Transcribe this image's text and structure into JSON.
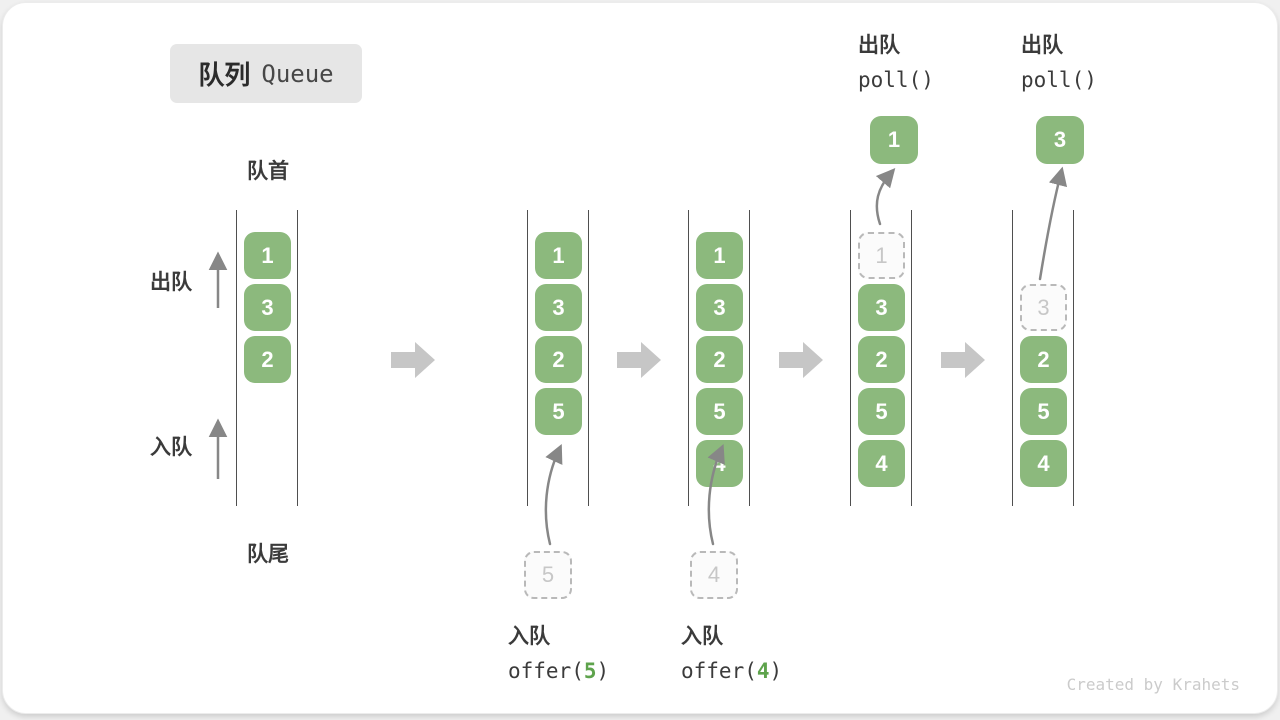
{
  "title": {
    "badge_zh": "队列",
    "badge_en": "Queue"
  },
  "labels": {
    "front": "队首",
    "rear": "队尾",
    "dequeue_side": "出队",
    "enqueue_side": "入队"
  },
  "stages": [
    {
      "name": "initial",
      "slots": [
        {
          "value": "1"
        },
        {
          "value": "3"
        },
        {
          "value": "2"
        }
      ]
    },
    {
      "name": "after-offer-5",
      "slots": [
        {
          "value": "1"
        },
        {
          "value": "3"
        },
        {
          "value": "2"
        },
        {
          "value": "5"
        }
      ],
      "pending": {
        "value": "5"
      }
    },
    {
      "name": "after-offer-4",
      "slots": [
        {
          "value": "1"
        },
        {
          "value": "3"
        },
        {
          "value": "2"
        },
        {
          "value": "5"
        },
        {
          "value": "4"
        }
      ],
      "pending": {
        "value": "4"
      }
    },
    {
      "name": "after-poll-1",
      "slots": [
        {
          "value": "1",
          "ghost": true
        },
        {
          "value": "3"
        },
        {
          "value": "2"
        },
        {
          "value": "5"
        },
        {
          "value": "4"
        }
      ],
      "popped": {
        "value": "1"
      }
    },
    {
      "name": "after-poll-3",
      "slots": [
        {
          "value": "3",
          "ghost": true
        },
        {
          "value": "2"
        },
        {
          "value": "5"
        },
        {
          "value": "4"
        }
      ],
      "popped": {
        "value": "3"
      }
    }
  ],
  "annotations": {
    "enqueue_5": {
      "title": "入队",
      "code_pre": "offer(",
      "code_arg": "5",
      "code_post": ")"
    },
    "enqueue_4": {
      "title": "入队",
      "code_pre": "offer(",
      "code_arg": "4",
      "code_post": ")"
    },
    "dequeue_1": {
      "title": "出队",
      "code": "poll()"
    },
    "dequeue_3": {
      "title": "出队",
      "code": "poll()"
    }
  },
  "watermark": "Created by Krahets",
  "colors": {
    "box_green": "#8cb97d",
    "code_arg_green": "#5ea34c",
    "block_arrow_gray": "#c6c6c6",
    "thin_arrow_gray": "#878787",
    "ghost_border_gray": "#b9b9b9",
    "badge_bg": "#e6e6e6"
  }
}
